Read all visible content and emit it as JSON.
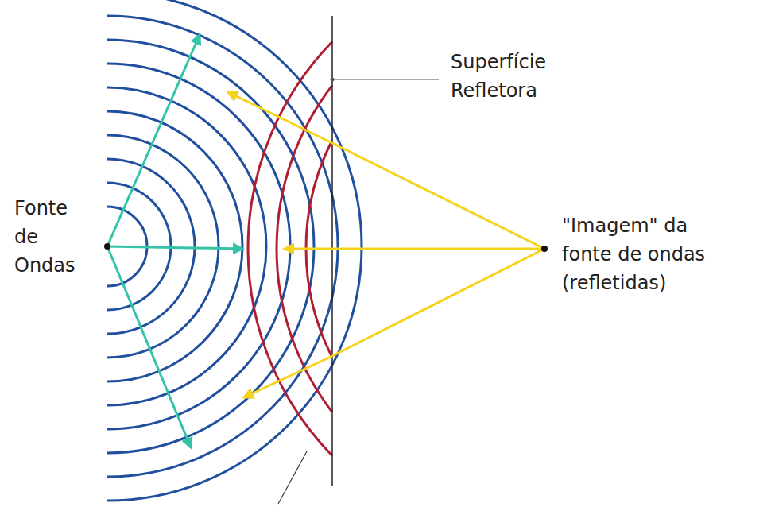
{
  "diagram": {
    "labels": [
      "Fonte de Ondas",
      "Superfície Refletora",
      "\"Imagem\" da fonte de ondas (refletidas)"
    ]
  }
}
